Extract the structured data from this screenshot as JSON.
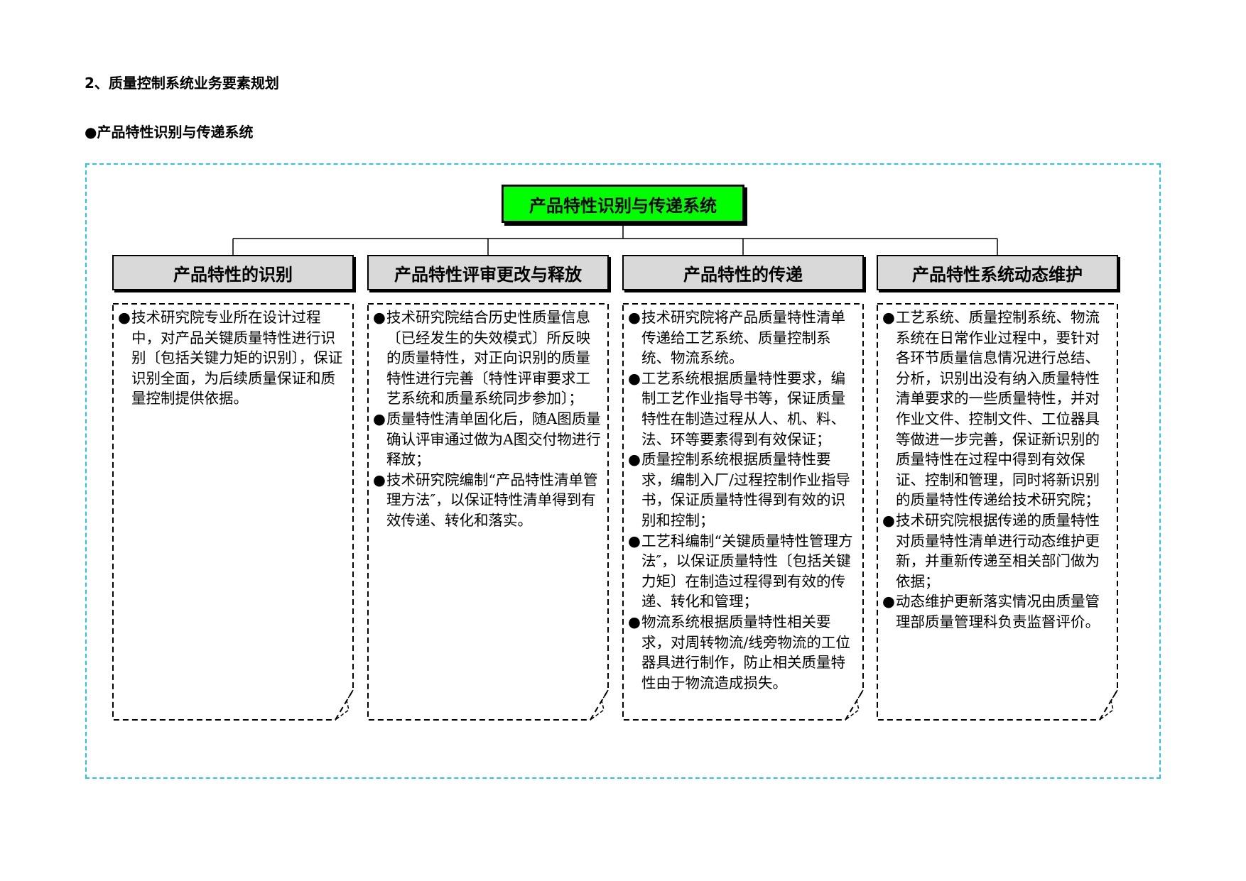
{
  "section_heading": "2、质量控制系统业务要素规划",
  "sub_heading": "●产品特性识别与传递系统",
  "diagram": {
    "root": "产品特性识别与传递系统",
    "bullet_symbol": "●",
    "branches": [
      {
        "title": "产品特性的识别",
        "items": [
          "技术研究院专业所在设计过程中，对产品关键质量特性进行识别〔包括关键力矩的识别〕，保证识别全面，为后续质量保证和质量控制提供依据。"
        ]
      },
      {
        "title": "产品特性评审更改与释放",
        "items": [
          "技术研究院结合历史性质量信息〔已经发生的失效模式〕所反映的质量特性，对正向识别的质量特性进行完善〔特性评审要求工艺系统和质量系统同步参加〕；",
          "质量特性清单固化后，随A图质量确认评审通过做为A图交付物进行释放；",
          "技术研究院编制“产品特性清单管理方法″，以保证特性清单得到有效传递、转化和落实。"
        ]
      },
      {
        "title": "产品特性的传递",
        "items": [
          "技术研究院将产品质量特性清单传递给工艺系统、质量控制系统、物流系统。",
          "工艺系统根据质量特性要求，编制工艺作业指导书等，保证质量特性在制造过程从人、机、料、法、环等要素得到有效保证；",
          "质量控制系统根据质量特性要求，编制入厂/过程控制作业指导书，保证质量特性得到有效的识别和控制；",
          "工艺科编制“关键质量特性管理方法″，以保证质量特性〔包括关键力矩〕在制造过程得到有效的传递、转化和管理；",
          "物流系统根据质量特性相关要求，对周转物流/线旁物流的工位器具进行制作，防止相关质量特性由于物流造成损失。"
        ]
      },
      {
        "title": "产品特性系统动态维护",
        "items": [
          "工艺系统、质量控制系统、物流系统在日常作业过程中，要针对各环节质量信息情况进行总结、分析，识别出没有纳入质量特性清单要求的一些质量特性，并对作业文件、控制文件、工位器具等做进一步完善，保证新识别的质量特性在过程中得到有效保证、控制和管理，同时将新识别的质量特性传递给技术研究院；",
          "技术研究院根据传递的质量特性对质量特性清单进行动态维护更新，并重新传递至相关部门做为依据；",
          "动态维护更新落实情况由质量管理部质量管理科负责监督评价。"
        ]
      }
    ]
  }
}
